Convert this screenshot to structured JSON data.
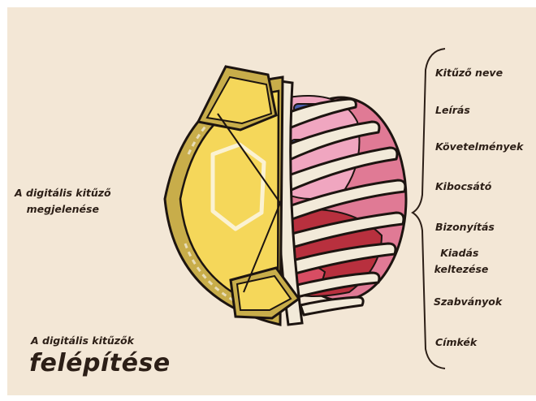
{
  "left_label": {
    "line1": "A digitális kitűző",
    "line2": "megjelenése"
  },
  "title": {
    "line1": "A digitális kitűzők",
    "line2": "felépítése"
  },
  "components": [
    "Kitűző neve",
    "Leírás",
    "Követelmények",
    "Kibocsátó",
    "Bizonyítás",
    "Kiadás keltezése",
    "Szabványok",
    "Címkék"
  ],
  "colors": {
    "background": "#f3e7d6",
    "shield_outer": "#c8ad4a",
    "shield_inner": "#f5d75a",
    "rib": "#f2ead9",
    "organ_pink": "#e07a95",
    "organ_red": "#b8303e",
    "organ_blue": "#4a5fae",
    "outline": "#1c1410"
  },
  "icons": [
    "brace-icon"
  ]
}
